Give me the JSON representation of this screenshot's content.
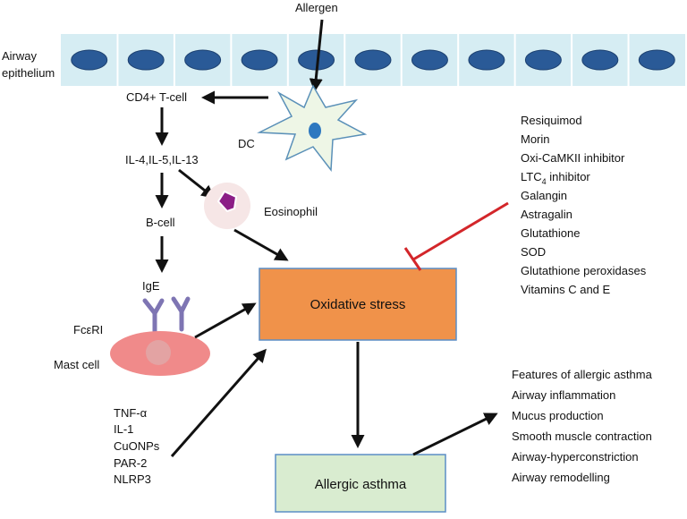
{
  "epithelium": {
    "label_line1": "Airway",
    "label_line2": "epithelium",
    "color": "#d6edf3",
    "nucleus_color": "#2a5a97"
  },
  "allergen": {
    "label": "Allergen"
  },
  "dc": {
    "label": "DC"
  },
  "cd4": {
    "label": "CD4+ T-cell"
  },
  "interleukins": {
    "label": "IL-4,IL-5,IL-13"
  },
  "eosinophil": {
    "label": "Eosinophil"
  },
  "bcell": {
    "label": "B-cell"
  },
  "ige": {
    "label": "IgE"
  },
  "fcer": {
    "label": "FcεRI"
  },
  "mastcell": {
    "label": "Mast cell",
    "color": "#f08a8a"
  },
  "inducers": {
    "items": [
      "TNF-α",
      "IL-1",
      "CuONPs",
      "PAR-2",
      "NLRP3"
    ]
  },
  "oxidative": {
    "label": "Oxidative stress",
    "color": "#f0924a"
  },
  "asthma": {
    "label": "Allergic asthma",
    "color": "#d9ecd0"
  },
  "inhibitors": {
    "color": "#d3262a",
    "items": [
      "Resiquimod",
      "Morin",
      "Oxi-CaMKII inhibitor",
      "LTC",
      "Galangin",
      "Astragalin",
      "Glutathione",
      "SOD",
      "Glutathione peroxidases",
      "Vitamins C and E"
    ],
    "ltc_subscript": "4",
    "ltc_suffix": " inhibitor"
  },
  "features": {
    "items": [
      "Features of allergic asthma",
      "Airway inflammation",
      "Mucus production",
      "Smooth muscle contraction",
      "Airway-hyperconstriction",
      "Airway remodelling"
    ]
  }
}
